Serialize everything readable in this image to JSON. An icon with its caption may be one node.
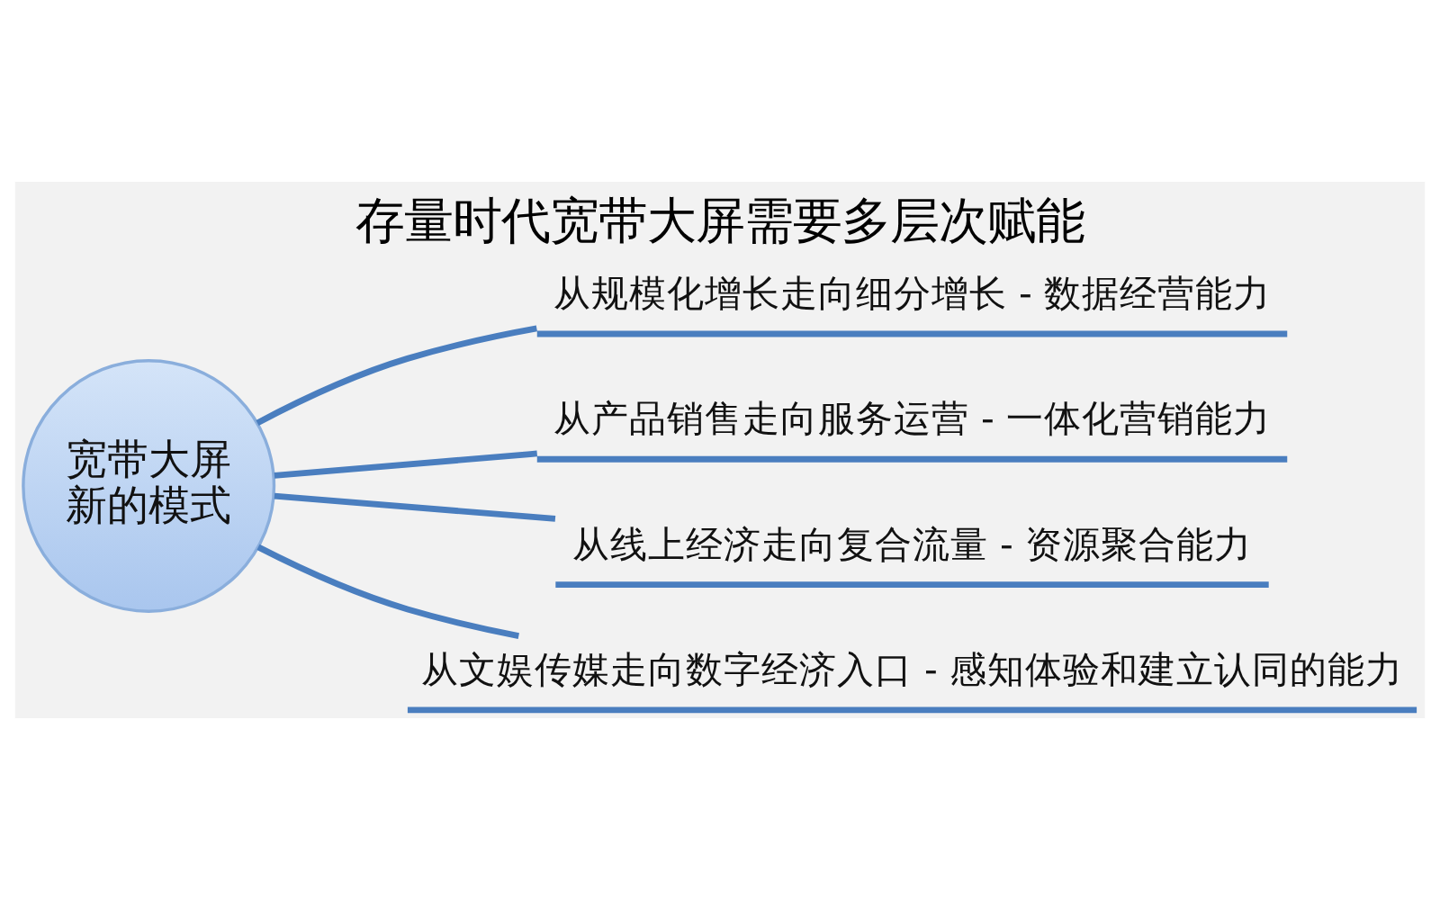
{
  "diagram": {
    "title": "存量时代宽带大屏需要多层次赋能",
    "nodes": [
      {
        "text": [
          "宽带大屏新的模式"
        ]
      },
      {
        "text": [
          "从规模化增长走向细分增长 - 数据经营能力"
        ]
      },
      {
        "text": [
          "从产品销售走向服务运营 - 一体化营销能力"
        ]
      },
      {
        "text": [
          "从线上经济走向复合流量 - 资源聚合能力"
        ]
      },
      {
        "text": [
          "从文娱传媒走向数字经济入口 - 感知体验和建立认同的能力"
        ]
      }
    ],
    "edges": [
      {
        "from": 0,
        "to": 1,
        "arrow": "none"
      },
      {
        "from": 0,
        "to": 2,
        "arrow": "none"
      },
      {
        "from": 0,
        "to": 3,
        "arrow": "none"
      },
      {
        "from": 0,
        "to": 4,
        "arrow": "none"
      }
    ]
  }
}
